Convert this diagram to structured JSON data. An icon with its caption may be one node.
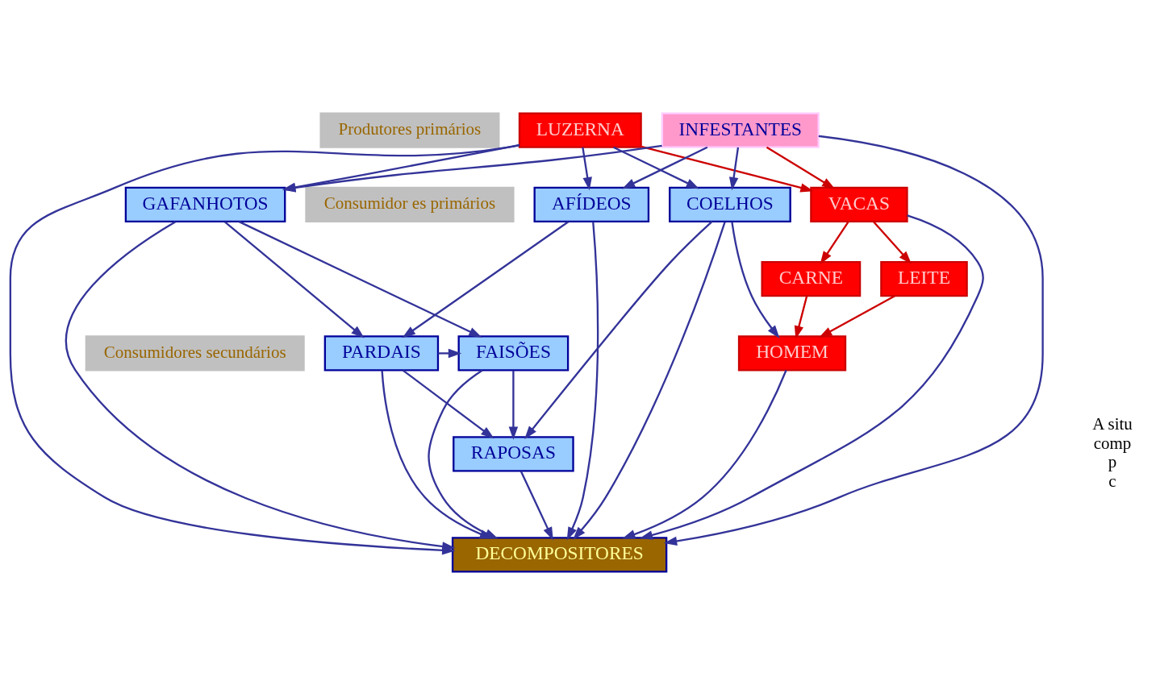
{
  "diagram": {
    "nodes": [
      {
        "text": [
          "Produtores primários"
        ]
      },
      {
        "text": [
          "Consumidor es primários"
        ]
      },
      {
        "text": [
          "Consumidores secundários"
        ]
      },
      {
        "text": [
          "LUZERNA"
        ]
      },
      {
        "text": [
          "INFESTANTES"
        ]
      },
      {
        "text": [
          "AFÍDEOS"
        ]
      },
      {
        "text": [
          "GAFANHOTOS"
        ]
      },
      {
        "text": [
          "COELHOS"
        ]
      },
      {
        "text": [
          "VACAS"
        ]
      },
      {
        "text": [
          "CARNE"
        ]
      },
      {
        "text": [
          "LEITE"
        ]
      },
      {
        "text": [
          "PARDAIS"
        ]
      },
      {
        "text": [
          "FAISÕES"
        ]
      },
      {
        "text": [
          "HOMEM"
        ]
      },
      {
        "text": [
          "RAPOSAS"
        ]
      },
      {
        "text": [
          "DECOMPOSITORES"
        ]
      }
    ],
    "edges": [
      {
        "from": 3,
        "to": 5,
        "arrow": "to"
      },
      {
        "from": 3,
        "to": 6,
        "arrow": "to"
      },
      {
        "from": 3,
        "to": 15,
        "arrow": "to"
      },
      {
        "from": 3,
        "to": 7,
        "arrow": "to"
      },
      {
        "from": 3,
        "to": 8,
        "arrow": "to",
        "color": "#cc0000"
      },
      {
        "from": 4,
        "to": 5,
        "arrow": "to"
      },
      {
        "from": 4,
        "to": 6,
        "arrow": "to"
      },
      {
        "from": 4,
        "to": 15,
        "arrow": "to"
      },
      {
        "from": 4,
        "to": 7,
        "arrow": "to"
      },
      {
        "from": 4,
        "to": 8,
        "arrow": "to",
        "color": "#cc0000"
      },
      {
        "from": 5,
        "to": 15,
        "arrow": "to"
      },
      {
        "from": 5,
        "to": 11,
        "arrow": "to"
      },
      {
        "from": 6,
        "to": 11,
        "arrow": "to"
      },
      {
        "from": 6,
        "to": 15,
        "arrow": "to"
      },
      {
        "from": 6,
        "to": 12,
        "arrow": "to"
      },
      {
        "from": 7,
        "to": 14,
        "arrow": "to"
      },
      {
        "from": 7,
        "to": 15,
        "arrow": "to"
      },
      {
        "from": 7,
        "to": 13,
        "arrow": "to"
      },
      {
        "from": 8,
        "to": 15,
        "arrow": "to"
      },
      {
        "from": 8,
        "to": 9,
        "arrow": "to",
        "color": "#cc0000"
      },
      {
        "from": 8,
        "to": 10,
        "arrow": "to",
        "color": "#cc0000"
      },
      {
        "from": 9,
        "to": 13,
        "arrow": "to",
        "color": "#cc0000"
      },
      {
        "from": 10,
        "to": 13,
        "arrow": "to",
        "color": "#cc0000"
      },
      {
        "from": 11,
        "to": 12,
        "arrow": "to"
      },
      {
        "from": 11,
        "to": 15,
        "arrow": "to"
      },
      {
        "from": 11,
        "to": 14,
        "arrow": "to"
      },
      {
        "from": 12,
        "to": 15,
        "arrow": "to"
      },
      {
        "from": 12,
        "to": 14,
        "arrow": "to"
      },
      {
        "from": 14,
        "to": 15,
        "arrow": "to"
      },
      {
        "from": 13,
        "to": 15,
        "arrow": "to"
      }
    ],
    "labels": [
      "A situ",
      "comp",
      "p",
      "c"
    ]
  }
}
